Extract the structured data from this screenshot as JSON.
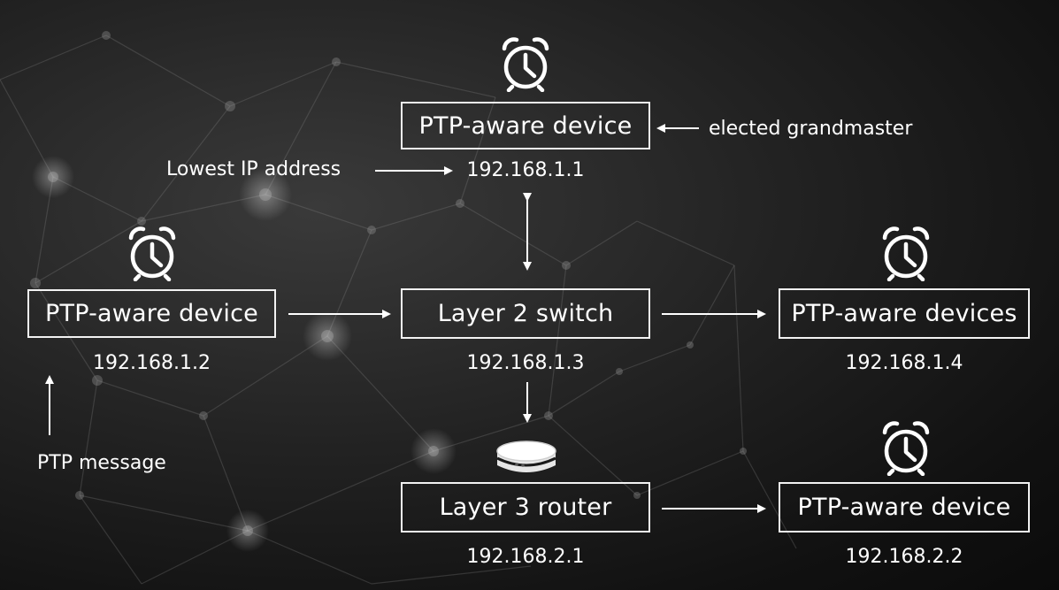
{
  "grandmaster": {
    "label": "PTP-aware device",
    "ip": "192.168.1.1",
    "note": "elected grandmaster"
  },
  "lowest_ip_label": "Lowest IP address",
  "left_device": {
    "label": "PTP-aware device",
    "ip": "192.168.1.2"
  },
  "switch": {
    "label": "Layer 2 switch",
    "ip": "192.168.1.3"
  },
  "right_devices": {
    "label": "PTP-aware devices",
    "ip": "192.168.1.4"
  },
  "router": {
    "label": "Layer 3 router",
    "ip": "192.168.2.1"
  },
  "router_device": {
    "label": "PTP-aware device",
    "ip": "192.168.2.2"
  },
  "ptp_message_label": "PTP message",
  "colors": {
    "foreground": "#ffffff",
    "background": "#1a1a1a"
  }
}
